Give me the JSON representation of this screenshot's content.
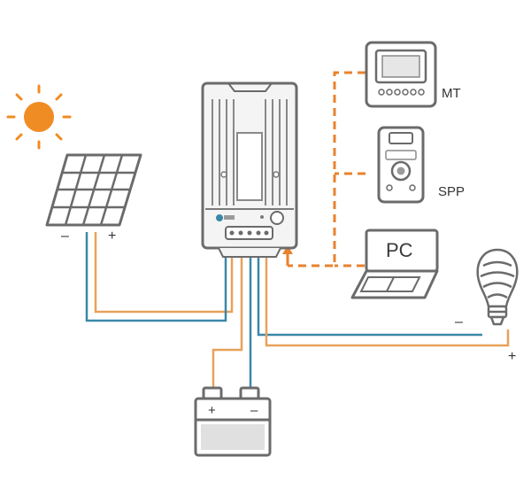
{
  "labels": {
    "meter": "MT",
    "spp": "SPP",
    "pc": "PC"
  },
  "signs": {
    "pv_minus": "–",
    "pv_plus": "+",
    "load_minus": "–",
    "load_plus": "+",
    "battery_plus": "+",
    "battery_minus": "–"
  },
  "colors": {
    "pv_wire": "#e8a15a",
    "battery_wire_pos": "#e8a15a",
    "negative_wire": "#3b87a8",
    "comm_link": "#e9822e",
    "device_outline": "#6b6b6b",
    "sun": "#f08c24"
  },
  "icons": [
    "sun-icon",
    "solar-panel-icon",
    "charge-controller-icon",
    "remote-meter-icon",
    "spp-device-icon",
    "laptop-pc-icon",
    "light-bulb-icon",
    "battery-icon"
  ]
}
